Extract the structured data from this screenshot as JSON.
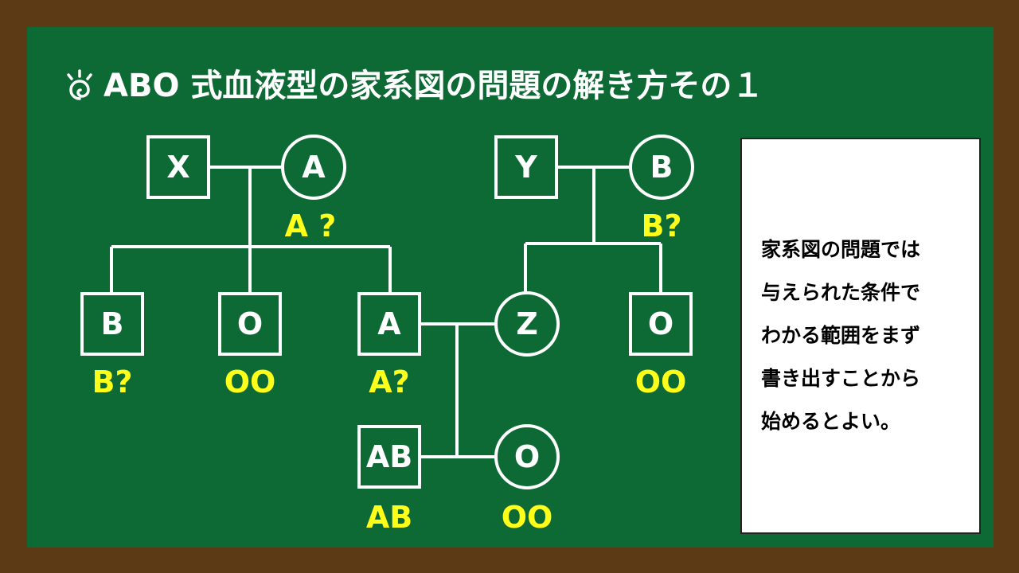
{
  "title": "ABO 式血液型の家系図の問題の解き方その１",
  "colors": {
    "board": "#0d6a35",
    "frame": "#5c3a16",
    "line": "#ffffff",
    "genotype": "#ffff1a"
  },
  "individuals": {
    "x": {
      "label": "X",
      "sex": "male",
      "genotype": ""
    },
    "a_grandmother": {
      "label": "A",
      "sex": "female",
      "genotype": "A ?"
    },
    "y": {
      "label": "Y",
      "sex": "male",
      "genotype": ""
    },
    "b_grandmother": {
      "label": "B",
      "sex": "female",
      "genotype": "B?"
    },
    "child_b": {
      "label": "B",
      "sex": "male",
      "genotype": "B?"
    },
    "child_o1": {
      "label": "O",
      "sex": "male",
      "genotype": "OO"
    },
    "child_a": {
      "label": "A",
      "sex": "male",
      "genotype": "A?"
    },
    "z": {
      "label": "Z",
      "sex": "female",
      "genotype": ""
    },
    "child_o2": {
      "label": "O",
      "sex": "male",
      "genotype": "OO"
    },
    "grandchild_ab": {
      "label": "AB",
      "sex": "male",
      "genotype": "AB"
    },
    "grandchild_o": {
      "label": "O",
      "sex": "female",
      "genotype": "OO"
    }
  },
  "note": {
    "lines": [
      "家系図の問題では",
      "与えられた条件で",
      "わかる範囲をまず",
      "書き出すことから",
      "始めるとよい。"
    ]
  }
}
